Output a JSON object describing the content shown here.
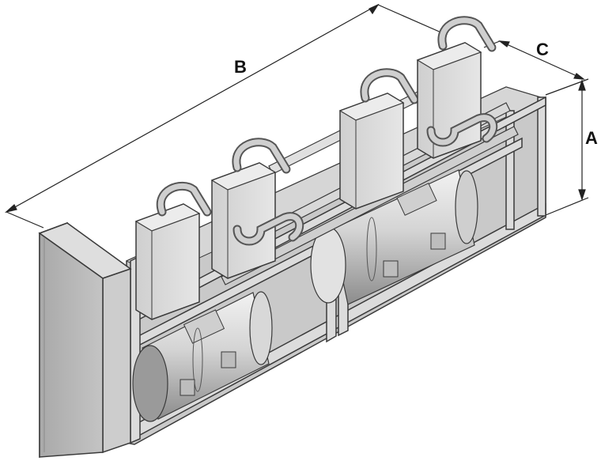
{
  "dimensions": {
    "a_label": "A",
    "b_label": "B",
    "c_label": "C"
  },
  "colors": {
    "frame_fill": "#d9d9d9",
    "frame_stroke": "#3a3a3a",
    "panel_front": "#b8b8b8",
    "panel_side": "#d2d2d2",
    "compressor_body": "#dedede",
    "compressor_shade": "#bdbdbd",
    "pipe_fill": "#c8c8c8",
    "pipe_stroke": "#555555",
    "cylinder_light": "#eeeeee",
    "cylinder_dark": "#8a8a8a",
    "floor": "#c9c9c9",
    "dimension_line": "#222222"
  }
}
